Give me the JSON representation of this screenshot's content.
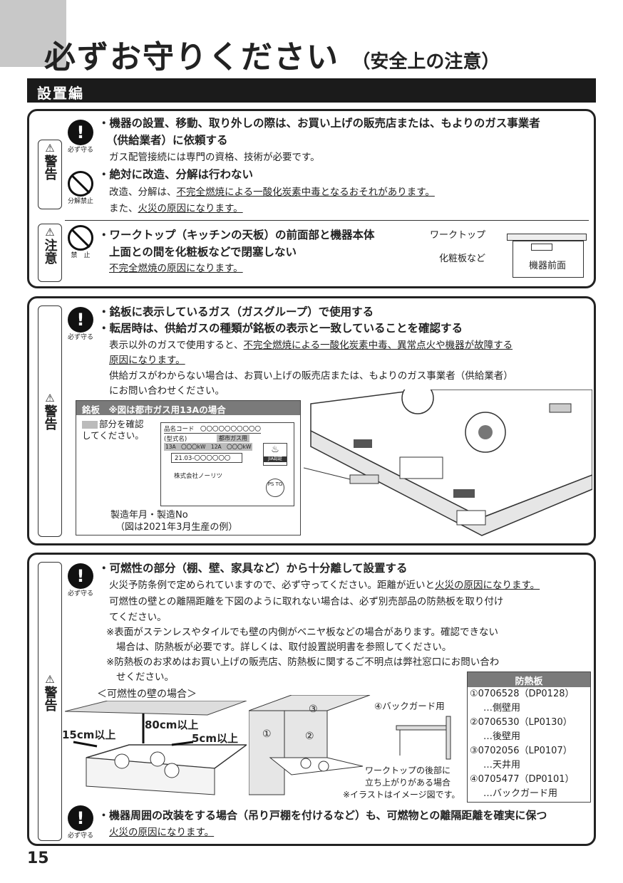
{
  "page": {
    "title": "必ずお守りください",
    "subtitle": "（安全上の注意）",
    "section": "設置編",
    "page_number": "15"
  },
  "labels": {
    "warning": "警告",
    "caution": "注意",
    "must": "必ず守る",
    "no_disassemble": "分解禁止",
    "prohibited": "禁　止"
  },
  "p1": {
    "line1": "・機器の設置、移動、取り外しの際は、お買い上げの販売店または、もよりのガス事業者",
    "line2": "（供給業者）に依頼する",
    "line3": "ガス配管接続には専門の資格、技術が必要です。",
    "line4": "・絶対に改造、分解は行わない",
    "line5a": "改造、分解は、",
    "line5b": "不完全燃焼による一酸化炭素中毒となるおそれがあります。",
    "line6a": "また、",
    "line6b": "火災の原因になります。",
    "c1": "・ワークトップ（キッチンの天板）の前面部と機器本体",
    "c2": "上面との間を化粧板などで閉塞しない",
    "c3": "不完全燃焼の原因になります。",
    "diagram_worktop": "ワークトップ",
    "diagram_panel": "化粧板など",
    "diagram_front": "機器前面"
  },
  "p2": {
    "h1": "・銘板に表示しているガス（ガスグループ）で使用する",
    "h2": "・転居時は、供給ガスの種類が銘板の表示と一致していることを確認する",
    "b1a": "表示以外のガスで使用すると、",
    "b1b": "不完全燃焼による一酸化炭素中毒、異常点火や機器が故障する",
    "b2": "原因になります。",
    "b3": "供給ガスがわからない場合は、お買い上げの販売店または、もよりのガス事業者（供給業者）",
    "b4": "にお問い合わせください。",
    "plate_header": "銘板　※図は都市ガス用13Aの場合",
    "check1": "部分を確認",
    "check2": "してください。",
    "plate_code": "品名コード　〇〇〇〇〇〇〇〇〇〇",
    "plate_model": "(型式名)",
    "plate_gas": "都市ガス用",
    "plate_kw": "13A　〇〇〇kW　12A　〇〇〇kW",
    "plate_date": "21.03-〇〇〇〇〇〇",
    "plate_company": "株式会社ノーリツ",
    "jia": "JIA認証",
    "pstg": "PS TG",
    "mfg1": "製造年月・製造No",
    "mfg2": "（図は2021年3月生産の例）"
  },
  "p3": {
    "h1": "・可燃性の部分（棚、壁、家具など）から十分離して設置する",
    "b1a": "火災予防条例で定められていますので、必ず守ってください。距離が近いと",
    "b1b": "火災の原因になります。",
    "b2": "可燃性の壁との離隔距離を下図のように取れない場合は、必ず別売部品の防熱板を取り付け",
    "b3": "てください。",
    "n1": "※表面がステンレスやタイルでも壁の内側がベニヤ板などの場合があります。確認できない",
    "n2": "場合は、防熱板が必要です。詳しくは、取付設置説明書を参照してください。",
    "n3": "※防熱板のお求めはお買い上げの販売店、防熱板に関するご不明点は弊社窓口にお問い合わ",
    "n4": "せください。",
    "wall_title": "＜可燃性の壁の場合＞",
    "d80": "80cm以上",
    "d15": "15cm以上",
    "d5": "5cm以上",
    "num1": "①",
    "num2": "②",
    "num3": "③",
    "backguard": "④バックガード用",
    "riser1": "ワークトップの後部に",
    "riser2": "立ち上がりがある場合",
    "illust_note": "※イラストはイメージ図です。",
    "plate_title": "防熱板",
    "plates": [
      "①0706528（DP0128）",
      "…側壁用",
      "②0706530（LP0130）",
      "…後壁用",
      "③0702056（LP0107）",
      "…天井用",
      "④0705477（DP0101）",
      "…バックガード用"
    ],
    "h2": "・機器周囲の改装をする場合（吊り戸棚を付けるなど）も、可燃物との離隔距離を確実に保つ",
    "b4": "火災の原因になります。"
  }
}
